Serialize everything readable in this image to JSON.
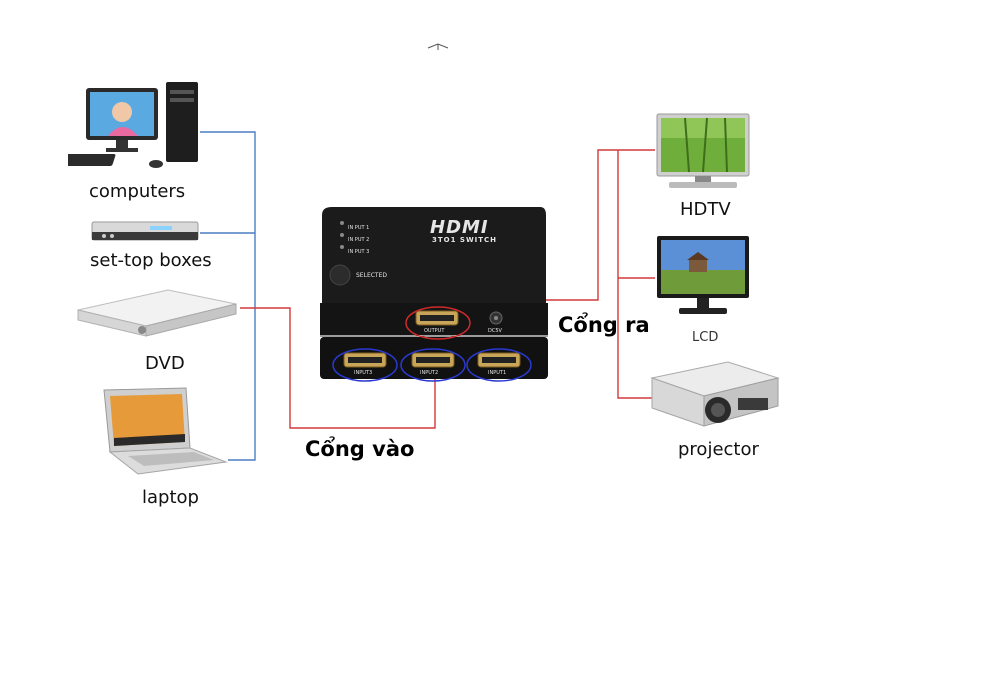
{
  "inputs": {
    "computers": "computers",
    "settop": "set-top boxes",
    "dvd": "DVD",
    "laptop": "laptop"
  },
  "outputs": {
    "hdtv": "HDTV",
    "lcd": "LCD",
    "projector": "projector"
  },
  "annotations": {
    "in_ports": "Cổng vào",
    "out_port": "Cổng ra"
  },
  "switch": {
    "logo": "HDMI",
    "subtitle": "3TO1 SWITCH",
    "led1": "IN PUT 1",
    "led2": "IN PUT 2",
    "led3": "IN PUT 3",
    "selected": "SELECTED",
    "output": "OUTPUT",
    "dc": "DC5V",
    "input3": "INPUT3",
    "input2": "INPUT2",
    "input1": "INPUT1"
  },
  "colors": {
    "input_wire": "#4a7fc1",
    "output_wire": "#d23a3a",
    "switch_body": "#1b1b1b"
  }
}
